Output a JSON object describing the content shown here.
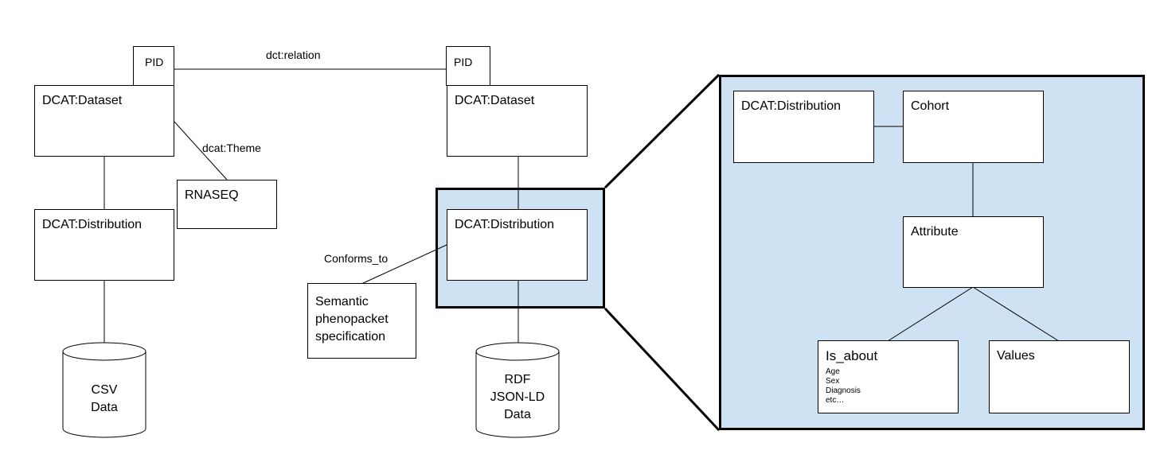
{
  "left": {
    "pid": "PID",
    "dataset": "DCAT:Dataset",
    "theme_label": "dcat:Theme",
    "theme_value": "RNASEQ",
    "distribution": "DCAT:Distribution",
    "data_line1": "CSV",
    "data_line2": "Data"
  },
  "relation_label": "dct:relation",
  "right": {
    "pid": "PID",
    "dataset": "DCAT:Dataset",
    "distribution": "DCAT:Distribution",
    "conforms_label": "Conforms_to",
    "spec_line1": "Semantic",
    "spec_line2": "phenopacket",
    "spec_line3": "specification",
    "data_line1": "RDF",
    "data_line2": "JSON-LD",
    "data_line3": "Data"
  },
  "zoom": {
    "distribution": "DCAT:Distribution",
    "cohort": "Cohort",
    "attribute": "Attribute",
    "is_about": "Is_about",
    "is_about_items": [
      "Age",
      "Sex",
      "Diagnosis",
      "etc…"
    ],
    "values": "Values"
  },
  "colors": {
    "highlight": "#cfe2f3",
    "stroke": "#000000"
  }
}
